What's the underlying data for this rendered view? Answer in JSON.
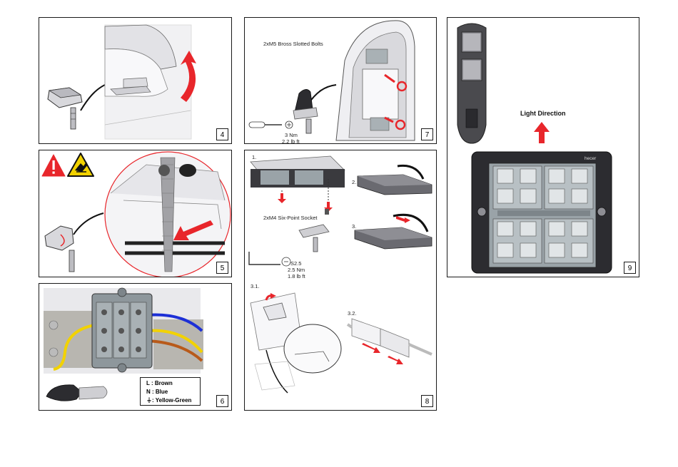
{
  "panels": {
    "p4": {
      "number": "4"
    },
    "p5": {
      "number": "5"
    },
    "p6": {
      "number": "6",
      "legend": {
        "l": "L  : Brown",
        "n": "N : Blue",
        "ground": ": Yellow-Green"
      }
    },
    "p7": {
      "number": "7",
      "bolts_label": "2xM5 Bross Slotted Bolts",
      "torque_nm": "3 Nm",
      "torque_lbft": "2.2 lb ft"
    },
    "p8": {
      "number": "8",
      "step1": "1.",
      "step2": "2.",
      "step3": "3.",
      "step31": "3.1.",
      "step32": "3.2.",
      "socket_label": "2xM4 Six-Point Socket",
      "key_size": "S2.5",
      "torque_nm": "2.5 Nm",
      "torque_lbft": "1.8 lb ft"
    },
    "p9": {
      "number": "9",
      "light_direction": "Light Direction",
      "brand": "hecer"
    }
  },
  "colors": {
    "arrow_red": "#e8262b",
    "wire_blue": "#1c2fd6",
    "wire_yellow": "#f2d200",
    "wire_brown": "#b85a1a",
    "wire_green": "#8fd14f",
    "border": "#1a1a1a"
  },
  "icons": [
    "warning-triangle-icon",
    "hand-crush-hazard-icon",
    "screwdriver-icon",
    "hex-key-icon",
    "ground-symbol-icon"
  ]
}
